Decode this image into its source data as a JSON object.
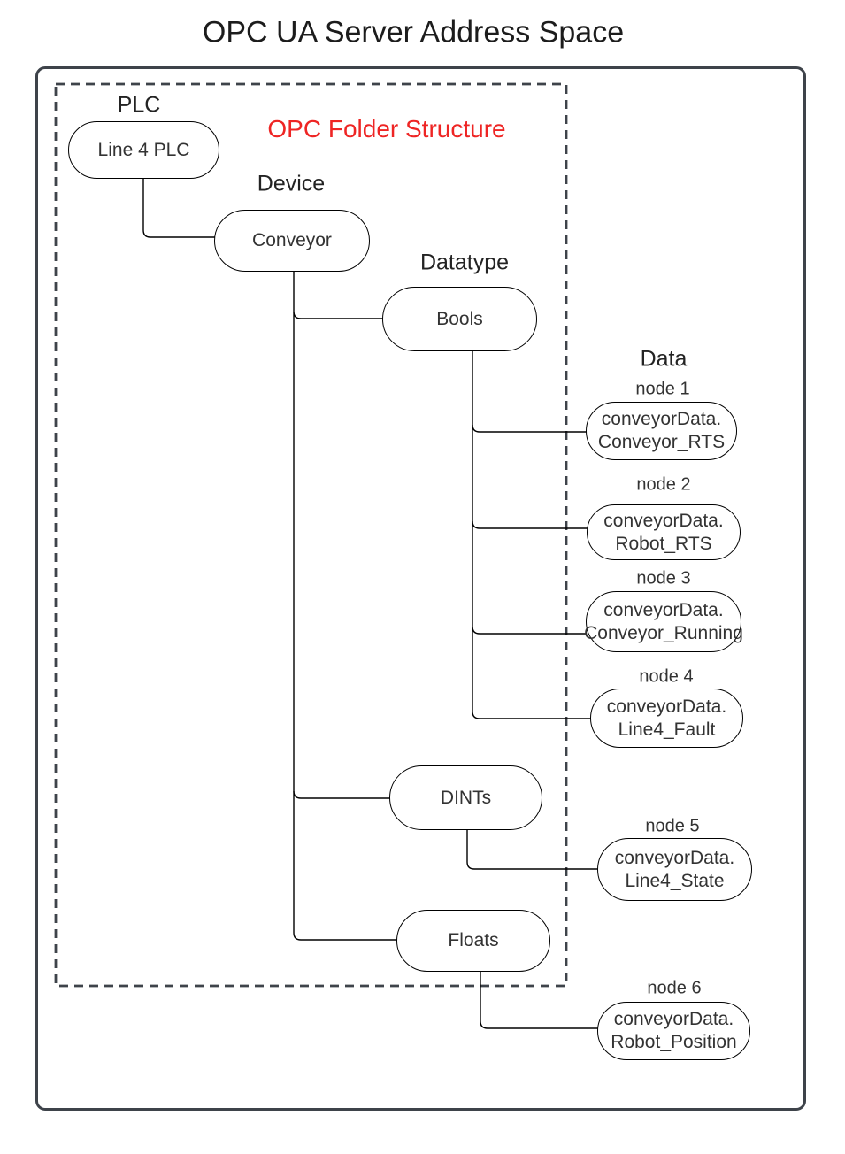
{
  "title": "OPC UA Server Address Space",
  "annotation": {
    "label": "OPC Folder Structure",
    "color": "#ee2524"
  },
  "columns": {
    "plc": "PLC",
    "device": "Device",
    "datatype": "Datatype",
    "data": "Data"
  },
  "folders": {
    "plc_node": "Line 4 PLC",
    "device_node": "Conveyor",
    "datatype_nodes": [
      "Bools",
      "DINTs",
      "Floats"
    ]
  },
  "data_nodes": [
    {
      "name": "node 1",
      "line1": "conveyorData.",
      "line2": "Conveyor_RTS"
    },
    {
      "name": "node 2",
      "line1": "conveyorData.",
      "line2": "Robot_RTS"
    },
    {
      "name": "node 3",
      "line1": "conveyorData.",
      "line2": "Conveyor_Running"
    },
    {
      "name": "node 4",
      "line1": "conveyorData.",
      "line2": "Line4_Fault"
    },
    {
      "name": "node 5",
      "line1": "conveyorData.",
      "line2": "Line4_State"
    },
    {
      "name": "node 6",
      "line1": "conveyorData.",
      "line2": "Robot_Position"
    }
  ],
  "colors": {
    "frame_border": "#3e434a",
    "node_border": "#000000",
    "text": "#333333",
    "annotation_red": "#ee2524",
    "background": "#ffffff"
  }
}
